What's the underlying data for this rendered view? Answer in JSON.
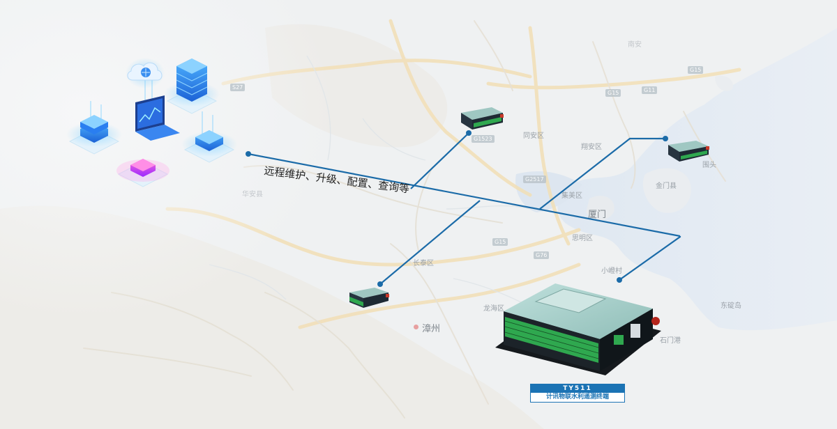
{
  "caption": "远程维护、升级、配置、查询等",
  "badge": {
    "model": "TY511",
    "subtitle": "计讯物联水利遥测终端"
  },
  "map": {
    "cities": {
      "zhangzhou": "漳州",
      "xiamen": "厦门"
    },
    "places": {
      "tongan": "同安区",
      "xiangan": "翔安区",
      "jimei": "集美区",
      "siming": "思明区",
      "changtai": "长泰区",
      "longhai": "龙海区",
      "huaan": "华安县",
      "jinmen": "金门县",
      "xiaodeng": "小嶝村",
      "nanan": "南安",
      "shimajiang": "石门港",
      "dongding": "东碇岛",
      "weitou": "围头"
    },
    "highways": [
      "G1523",
      "G2517",
      "G15",
      "G76",
      "G15",
      "G11",
      "G15",
      "S27"
    ]
  },
  "colors": {
    "link_line": "#1b6ba8",
    "accent": "#1b73b4",
    "background": "#eef0f2"
  },
  "icons": [
    "cloud-server-icon",
    "laptop-icon",
    "server-stack-icon",
    "telemetry-terminal-icon"
  ]
}
